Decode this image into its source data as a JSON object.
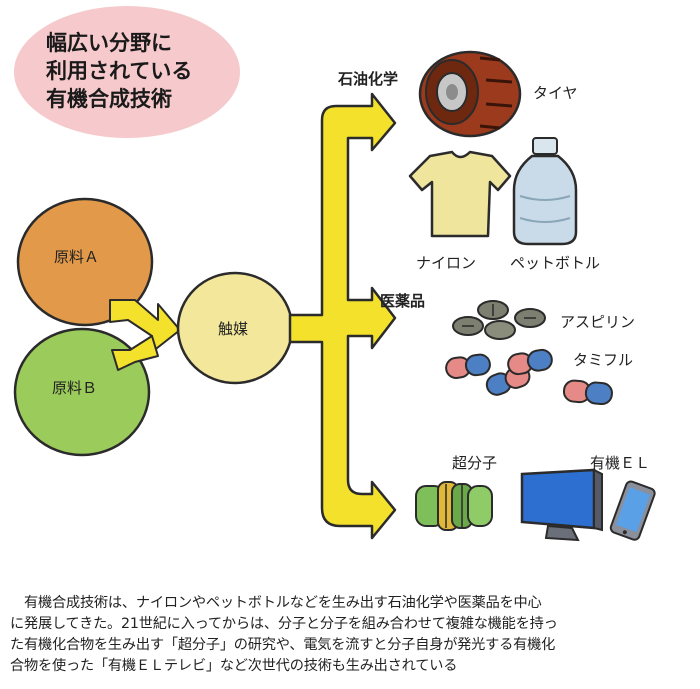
{
  "title": {
    "lines": [
      "幅広い分野に",
      "利用されている",
      "有機合成技術"
    ],
    "bubble_color": "#f6c9cc"
  },
  "inputs": {
    "material_a": "原料Ａ",
    "material_b": "原料Ｂ",
    "catalyst": "触媒"
  },
  "categories": {
    "petrochem": "石油化学",
    "pharma": "医薬品",
    "supramolecule": "超分子"
  },
  "products": {
    "tire": "タイヤ",
    "nylon": "ナイロン",
    "pet_bottle": "ペットボトル",
    "aspirin": "アスピリン",
    "tamiflu": "タミフル",
    "organic_el": "有機ＥＬ"
  },
  "caption": {
    "lines": [
      "　有機合成技術は、ナイロンやペットボトルなどを生み出す石油化学や医薬品を中心",
      "に発展してきた。21世紀に入ってからは、分子と分子を組み合わせて複雑な機能を持っ",
      "た有機化合物を生み出す「超分子」の研究や、電気を流すと分子自身が発光する有機化",
      "合物を使った「有機ＥＬテレビ」など次世代の技術も生み出されている"
    ]
  },
  "colors": {
    "arrow_yellow": "#f3e12c",
    "material_a": "#e29a4a",
    "material_b": "#9bcb5a",
    "catalyst": "#f3e79b",
    "tire": "#9b3a1c",
    "shirt": "#efe59c",
    "capsule_blue": "#4d7fc5",
    "capsule_pink": "#e58a86",
    "display_blue": "#2d6fd0"
  }
}
